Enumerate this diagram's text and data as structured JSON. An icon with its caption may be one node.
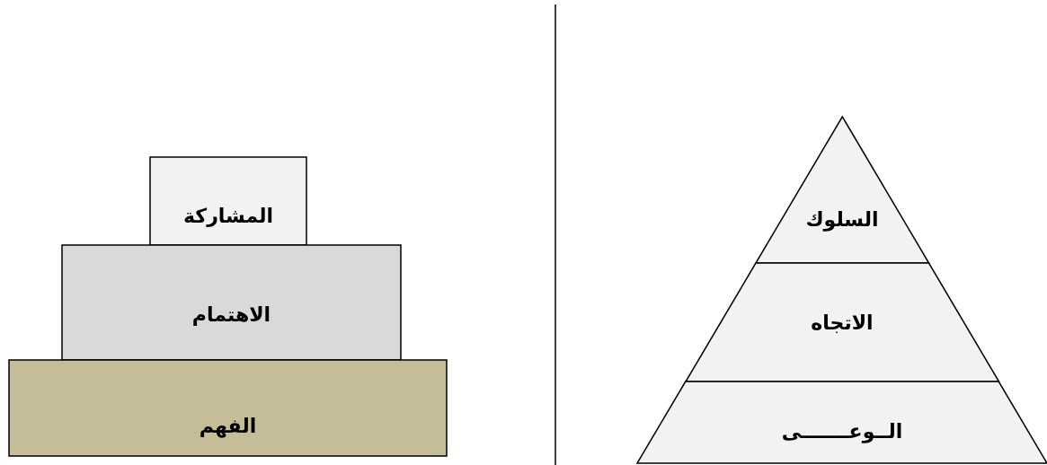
{
  "diagram": {
    "nodes": [
      {
        "text": [
          "المشاركة"
        ]
      },
      {
        "text": [
          "الاهتمام"
        ]
      },
      {
        "text": [
          "الفهم"
        ]
      },
      {
        "text": [
          "السلوك"
        ]
      },
      {
        "text": [
          "الاتجاه"
        ]
      },
      {
        "text": [
          "الــوعـــــــى"
        ]
      }
    ]
  }
}
